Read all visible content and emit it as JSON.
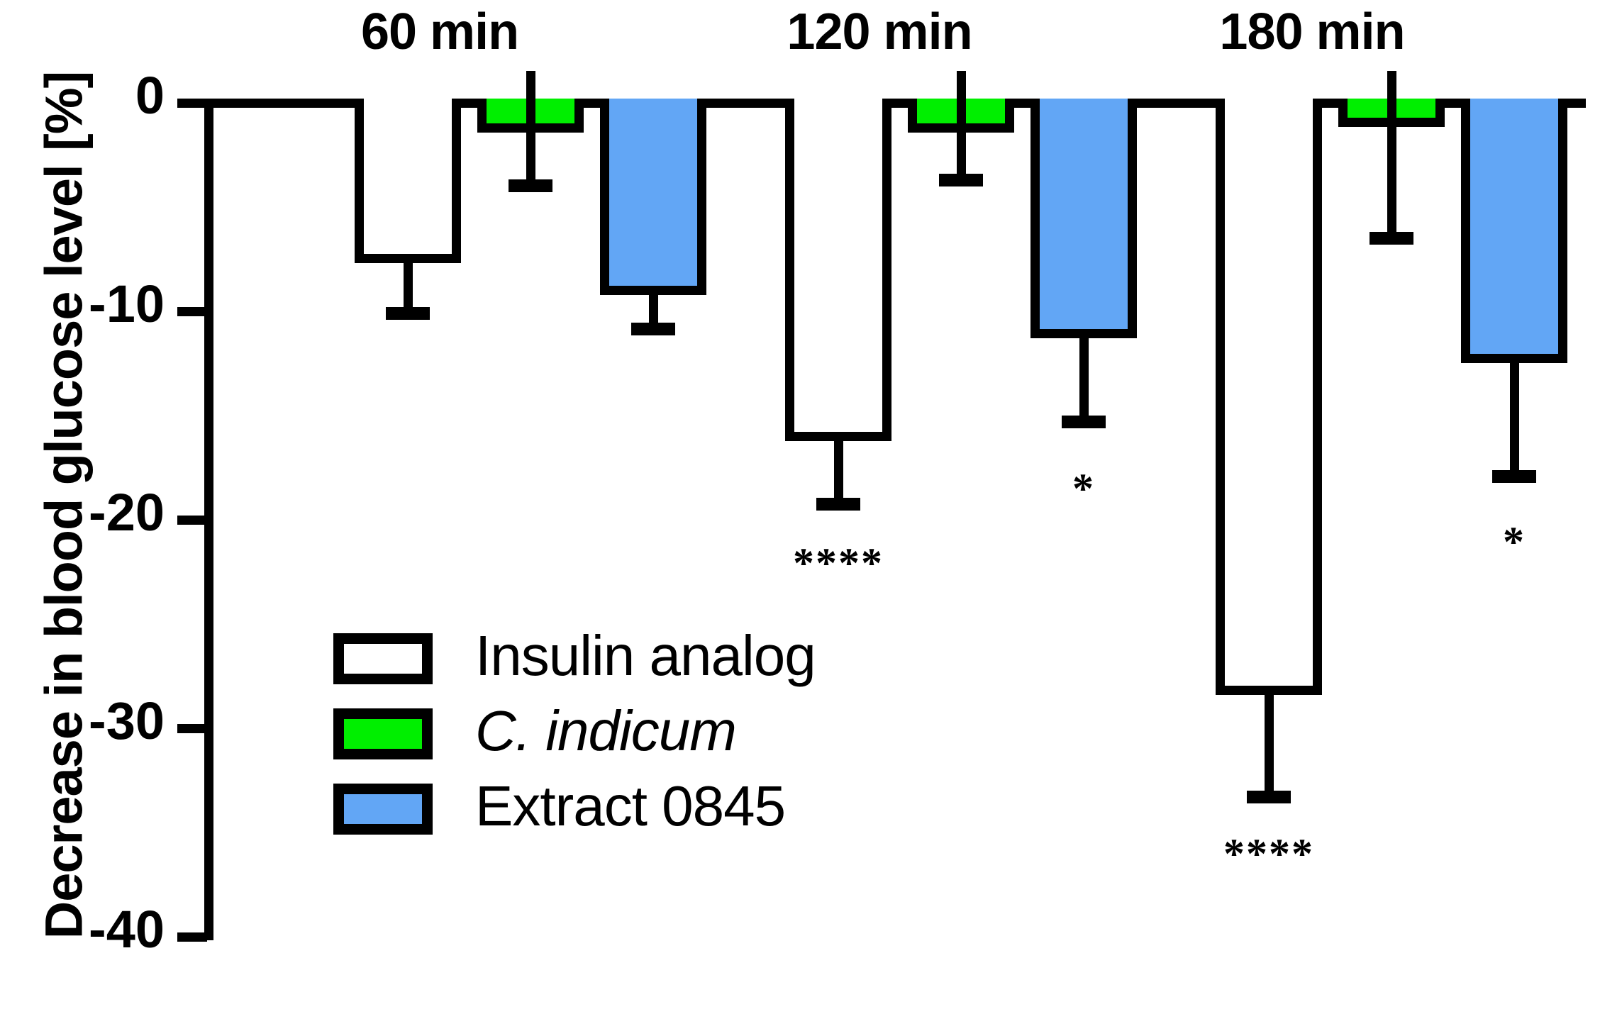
{
  "chart_data": {
    "type": "bar",
    "title": "",
    "subtitle": "",
    "xlabel": "",
    "ylabel": "Decrease in blood glucose level [%]",
    "ylim": [
      -40,
      0
    ],
    "yticks": [
      0,
      -10,
      -20,
      -30,
      -40
    ],
    "ytick_labels": [
      "0",
      "-10",
      "-20",
      "-30",
      "-40"
    ],
    "grid": false,
    "legend_position": "inside-lower-left",
    "categories": [
      "60 min",
      "120 min",
      "180 min"
    ],
    "series": [
      {
        "name": "Insulin analog",
        "color": "#ffffff",
        "edge_color": "#000000",
        "values": [
          -7.5,
          -16.0,
          -28.0
        ],
        "errors_lower": [
          -9.8,
          -19.1,
          -33.0
        ],
        "significance": [
          "",
          "****",
          "****"
        ]
      },
      {
        "name": "C. indicum",
        "color": "#00ef00",
        "edge_color": "#000000",
        "italic": true,
        "values": [
          -1.0,
          -1.2,
          -0.6
        ],
        "errors_lower": [
          -3.8,
          -3.5,
          -6.3
        ],
        "significance": [
          "",
          "",
          ""
        ]
      },
      {
        "name": "Extract 0845",
        "color": "#62a6f5",
        "edge_color": "#000000",
        "values": [
          -9.0,
          -11.1,
          -12.3
        ],
        "errors_lower": [
          -10.6,
          -15.2,
          -17.8
        ],
        "significance": [
          "",
          "*",
          "*"
        ]
      }
    ]
  },
  "axis": {
    "y_title": "Decrease in blood glucose level [%]",
    "ticks": [
      {
        "label": "0",
        "value": 0
      },
      {
        "label": "-10",
        "value": -10
      },
      {
        "label": "-20",
        "value": -20
      },
      {
        "label": "-30",
        "value": -30
      },
      {
        "label": "-40",
        "value": -40
      }
    ]
  },
  "groups": [
    {
      "label": "60 min"
    },
    {
      "label": "120 min"
    },
    {
      "label": "180 min"
    }
  ],
  "legend": {
    "items": [
      {
        "label": "Insulin analog",
        "color": "#ffffff"
      },
      {
        "label": "C. indicum",
        "color": "#00ef00"
      },
      {
        "label": "Extract 0845",
        "color": "#62a6f5"
      }
    ]
  },
  "annotations": {
    "sig_120_insulin": "****",
    "sig_180_insulin": "****",
    "sig_120_extract": "*",
    "sig_180_extract": "*"
  },
  "colors": {
    "insulin": "#ffffff",
    "c_indicum": "#00ef00",
    "extract": "#62a6f5",
    "ink": "#000000",
    "background": "#ffffff"
  }
}
